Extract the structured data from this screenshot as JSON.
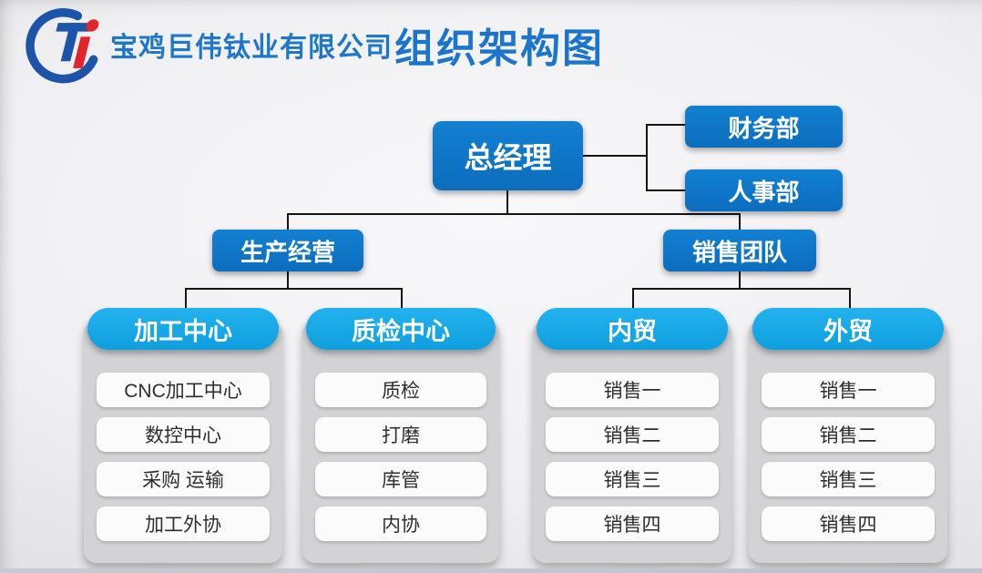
{
  "header": {
    "company_name": "宝鸡巨伟钛业有限公司",
    "title": "组织架构图",
    "logo_name": "Ti-logo"
  },
  "colors": {
    "brand_blue": "#1b54a8",
    "brand_red": "#e2252a",
    "node_blue": "#0d73c4",
    "pill_cyan": "#12a7e6",
    "card_gray": "#d3d3d5",
    "row_white": "#fbfbfc",
    "title_blue": "#1c74cc",
    "connector": "#141414"
  },
  "org": {
    "root": {
      "label": "总经理"
    },
    "staff_departments": [
      {
        "label": "财务部"
      },
      {
        "label": "人事部"
      }
    ],
    "branches": [
      {
        "label": "生产经营"
      },
      {
        "label": "销售团队"
      }
    ],
    "columns": [
      {
        "header": "加工中心",
        "items": [
          "CNC加工中心",
          "数控中心",
          "采购 运输",
          "加工外协"
        ]
      },
      {
        "header": "质检中心",
        "items": [
          "质检",
          "打磨",
          "库管",
          "内协"
        ]
      },
      {
        "header": "内贸",
        "items": [
          "销售一",
          "销售二",
          "销售三",
          "销售四"
        ]
      },
      {
        "header": "外贸",
        "items": [
          "销售一",
          "销售二",
          "销售三",
          "销售四"
        ]
      }
    ]
  }
}
